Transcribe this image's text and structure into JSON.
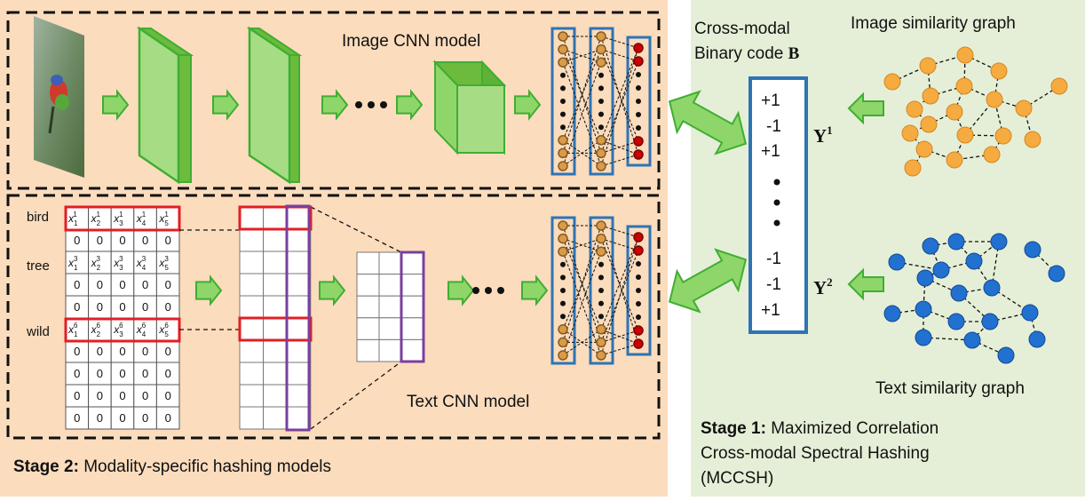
{
  "colors": {
    "left_bg": "#fbdcbd",
    "right_bg": "#e5efd7",
    "green_fill": "#8fd66a",
    "green_stroke": "#3fae33",
    "blue": "#2e74b5",
    "orange_node": "#f5ab40",
    "blue_node": "#2270d0",
    "red": "#e01f26",
    "purple": "#7a3fa0",
    "neuron_orange": "#d89b4a",
    "neuron_red": "#cc0000"
  },
  "image_model": {
    "label": "Image CNN model"
  },
  "text_model": {
    "label": "Text CNN model"
  },
  "stage2": {
    "bold": "Stage 2:",
    "text": " Modality-specific hashing models"
  },
  "stage1": {
    "bold": "Stage 1:",
    "line1": " Maximized Correlation",
    "line2": "Cross-modal Spectral Hashing",
    "line3": "(MCCSH)"
  },
  "binary_code": {
    "title_line1": "Cross-modal",
    "title_line2": "Binary code ",
    "title_symbol": "B",
    "values_top": [
      "+1",
      "-1",
      "+1"
    ],
    "values_bottom": [
      "-1",
      "-1",
      "+1"
    ]
  },
  "y_labels": {
    "y1_base": "Y",
    "y1_sup": "1",
    "y2_base": "Y",
    "y2_sup": "2"
  },
  "graphs": {
    "image": "Image similarity graph",
    "text": "Text similarity graph"
  },
  "text_matrix": {
    "word_labels": [
      "bird",
      "tree",
      "wild"
    ],
    "rows": [
      [
        [
          "x",
          "1",
          "1"
        ],
        [
          "x",
          "2",
          "1"
        ],
        [
          "x",
          "3",
          "1"
        ],
        [
          "x",
          "4",
          "1"
        ],
        [
          "x",
          "5",
          "1"
        ]
      ],
      [
        "0",
        "0",
        "0",
        "0",
        "0"
      ],
      [
        [
          "x",
          "1",
          "3"
        ],
        [
          "x",
          "2",
          "3"
        ],
        [
          "x",
          "3",
          "3"
        ],
        [
          "x",
          "4",
          "3"
        ],
        [
          "x",
          "5",
          "3"
        ]
      ],
      [
        "0",
        "0",
        "0",
        "0",
        "0"
      ],
      [
        "0",
        "0",
        "0",
        "0",
        "0"
      ],
      [
        [
          "x",
          "1",
          "6"
        ],
        [
          "x",
          "2",
          "6"
        ],
        [
          "x",
          "3",
          "6"
        ],
        [
          "x",
          "4",
          "6"
        ],
        [
          "x",
          "5",
          "6"
        ]
      ],
      [
        "0",
        "0",
        "0",
        "0",
        "0"
      ],
      [
        "0",
        "0",
        "0",
        "0",
        "0"
      ],
      [
        "0",
        "0",
        "0",
        "0",
        "0"
      ],
      [
        "0",
        "0",
        "0",
        "0",
        "0"
      ]
    ]
  }
}
